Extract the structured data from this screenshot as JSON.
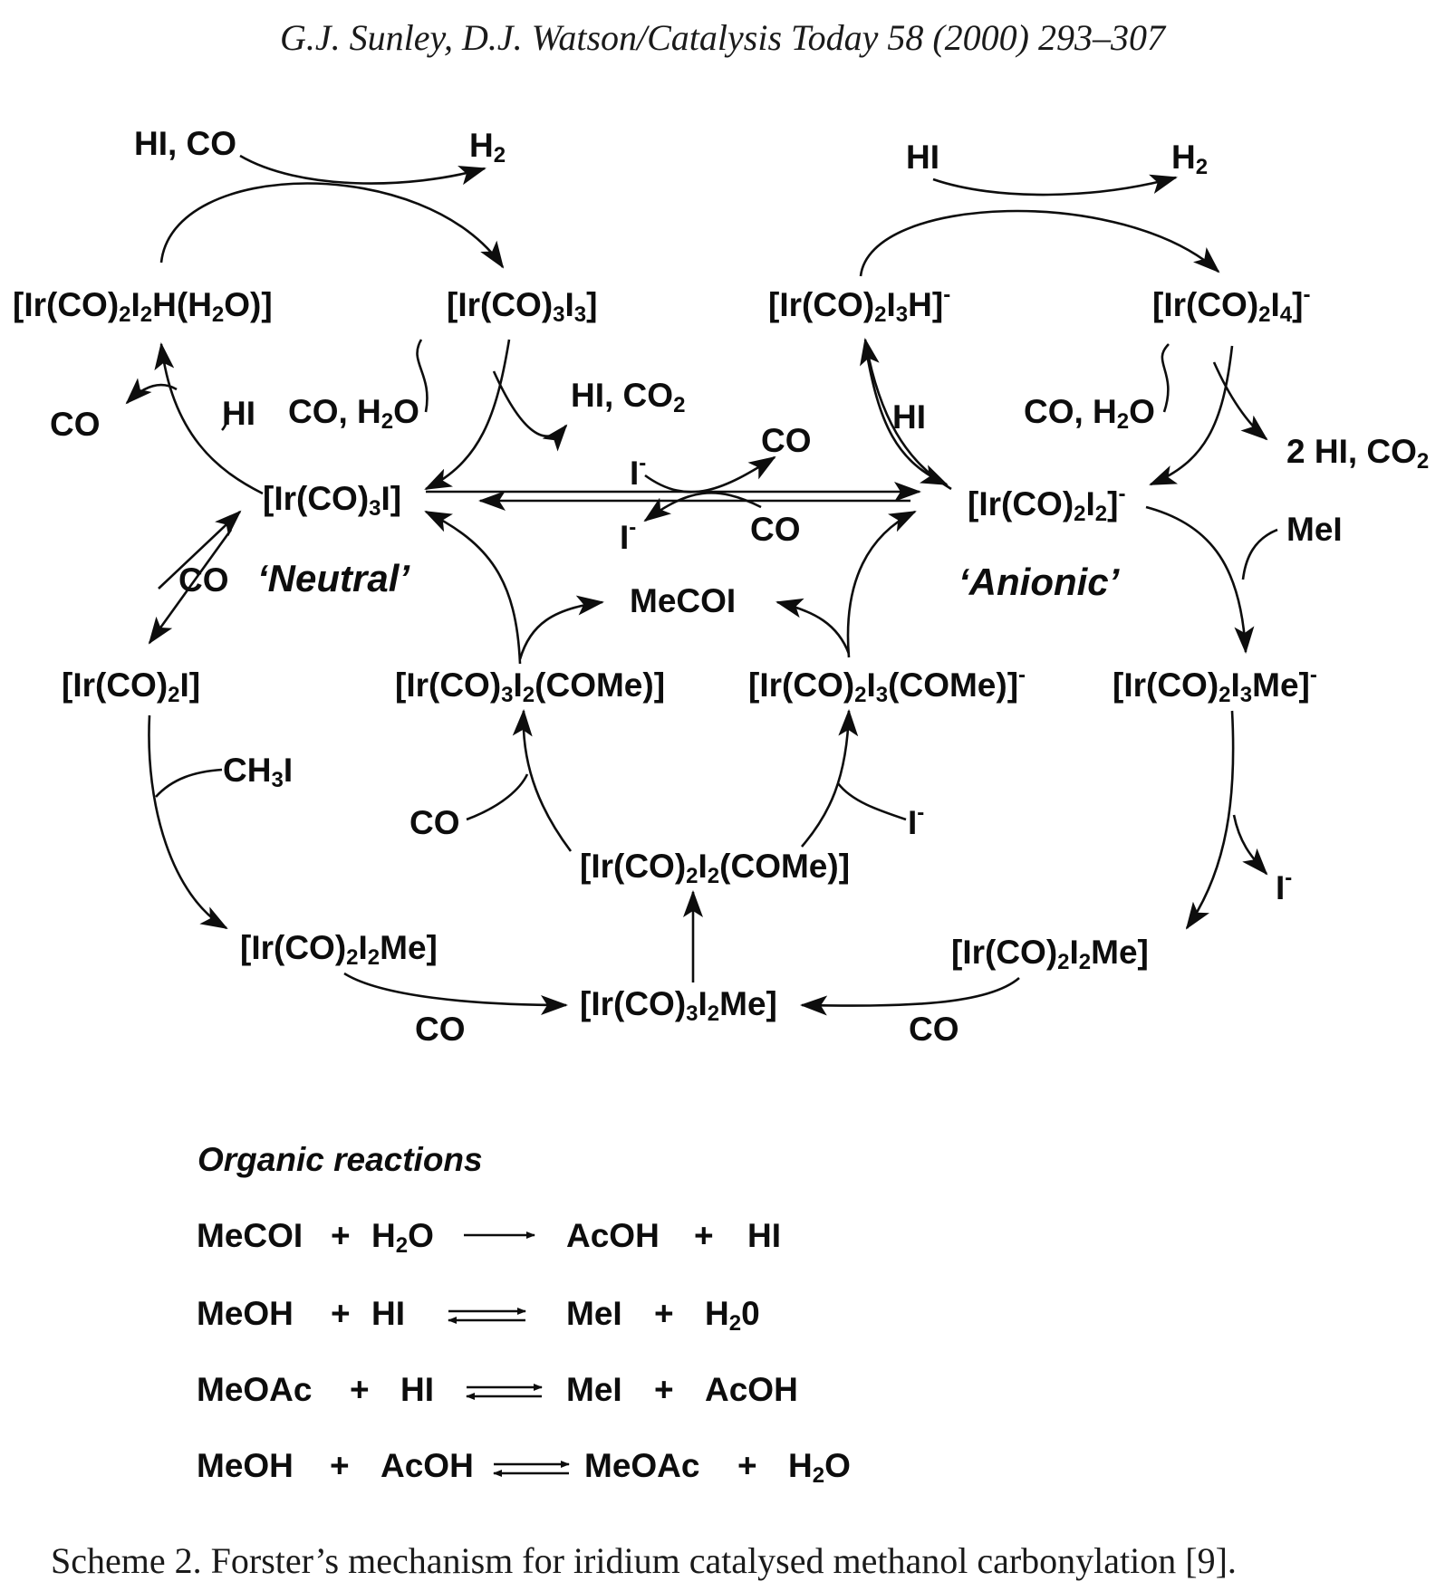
{
  "header": "G.J. Sunley, D.J. Watson/Catalysis Today 58 (2000) 293–307",
  "cycles": {
    "neutral": "‘Neutral’",
    "anionic": "‘Anionic’"
  },
  "species": {
    "n_hydride_aqua": [
      "[Ir(CO)",
      "2",
      "I",
      "2",
      "H(H",
      "2",
      "O)]"
    ],
    "n_tricarbonyl_triiodide": [
      "[Ir(CO)",
      "3",
      "I",
      "3",
      "]"
    ],
    "a_hydride": [
      "[Ir(CO)",
      "2",
      "I",
      "3",
      "H]",
      "-"
    ],
    "a_tetraiodide": [
      "[Ir(CO)",
      "2",
      "I",
      "4",
      "]",
      "-"
    ],
    "n_ir_co3_i": [
      "[Ir(CO)",
      "3",
      "I]"
    ],
    "a_ir_co2_i2": [
      "[Ir(CO)",
      "2",
      "I",
      "2",
      "]",
      "-"
    ],
    "n_ir_co2_i": [
      "[Ir(CO)",
      "2",
      "I]"
    ],
    "n_acyl": [
      "[Ir(CO)",
      "3",
      "I",
      "2",
      "(COMe)]"
    ],
    "a_acyl": [
      "[Ir(CO)",
      "2",
      "I",
      "3",
      "(COMe)]",
      "-"
    ],
    "a_methyl": [
      "[Ir(CO)",
      "2",
      "I",
      "3",
      "Me]",
      "-"
    ],
    "c_acyl": [
      "[Ir(CO)",
      "2",
      "I",
      "2",
      "(COMe)]"
    ],
    "n_methyl": [
      "[Ir(CO)",
      "2",
      "I",
      "2",
      "Me]"
    ],
    "a_methyl_neutral": [
      "[Ir(CO)",
      "2",
      "I",
      "2",
      "Me]"
    ],
    "c_methyl": [
      "[Ir(CO)",
      "3",
      "I",
      "2",
      "Me]"
    ],
    "mecoi": "MeCOI"
  },
  "reagents": {
    "hi_co_top": "HI, CO",
    "h2_top_left": [
      "H",
      "2"
    ],
    "hi_top_right": "HI",
    "h2_top_right": [
      "H",
      "2"
    ],
    "co_left": "CO",
    "hi_left": "HI",
    "co_h2o_left": [
      "CO, H",
      "2",
      "O"
    ],
    "hi_co2_left": [
      "HI, CO",
      "2"
    ],
    "hi_right": "HI",
    "co_h2o_right": [
      "CO, H",
      "2",
      "O"
    ],
    "hi2_co2_right": [
      "2 HI, CO",
      "2"
    ],
    "co_center_top": "CO",
    "iodide_center_top": [
      "I",
      "-"
    ],
    "iodide_center_bottom": [
      "I",
      "-"
    ],
    "co_center_bottom": "CO",
    "co_neutral": "CO",
    "mei": "MeI",
    "ch3i": [
      "CH",
      "3",
      "I"
    ],
    "co_lower_left": "CO",
    "iodide_lower_right": [
      "I",
      "-"
    ],
    "iodide_right": [
      "I",
      "-"
    ],
    "co_bottom_left": "CO",
    "co_bottom_right": "CO"
  },
  "organic": {
    "title": "Organic reactions",
    "r1": {
      "a": "MeCOI",
      "b": [
        "H",
        "2",
        "O"
      ],
      "c": "AcOH",
      "d": "HI"
    },
    "r2": {
      "a": "MeOH",
      "b": "HI",
      "c": "MeI",
      "d": [
        "H",
        "2",
        "0"
      ]
    },
    "r3": {
      "a": "MeOAc",
      "b": "HI",
      "c": "MeI",
      "d": "AcOH"
    },
    "r4": {
      "a": "MeOH",
      "b": "AcOH",
      "c": "MeOAc",
      "d": [
        "H",
        "2",
        "O"
      ]
    },
    "plus": "+"
  },
  "caption": "Scheme 2. Forster’s mechanism for iridium catalysed methanol carbonylation [9].",
  "colors": {
    "ink": "#0d0d0d",
    "paper": "#ffffff"
  }
}
